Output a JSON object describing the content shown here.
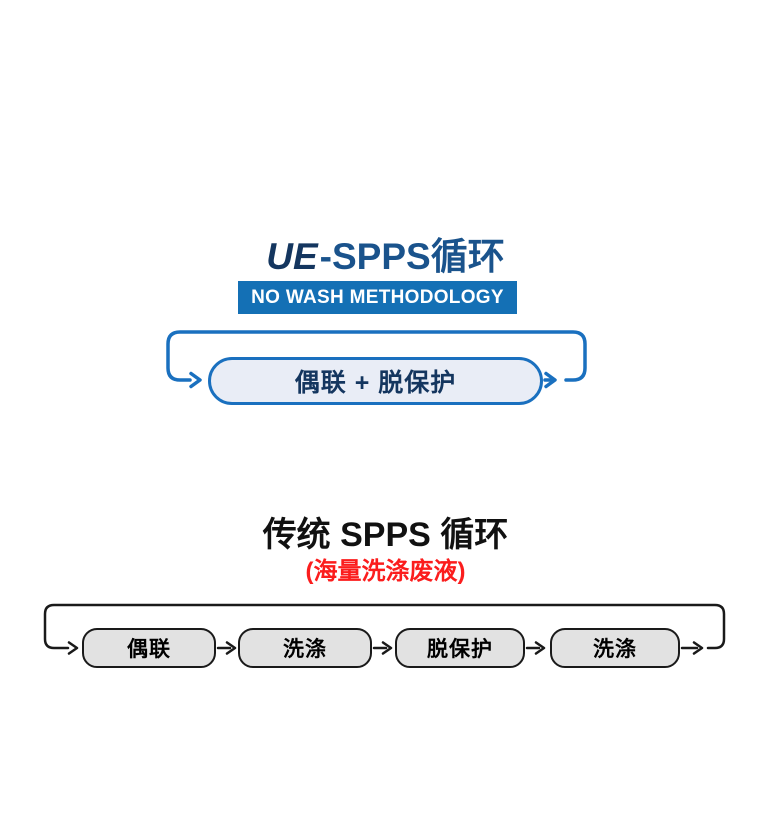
{
  "ue_section": {
    "title_italic": "UE",
    "title_rest": "-SPPS循环",
    "banner": "NO WASH METHODOLOGY",
    "box_label": "偶联 + 脱保护",
    "colors": {
      "title_navy": "#14365f",
      "title_blue": "#1a538c",
      "banner_bg": "#1470b5",
      "banner_text": "#ffffff",
      "loop_stroke": "#1a70bf",
      "box_fill": "#e9edf6",
      "box_text": "#14365f"
    }
  },
  "traditional_section": {
    "title": "传统 SPPS 循环",
    "subtitle": "(海量洗涤废液)",
    "steps": [
      "偶联",
      "洗涤",
      "脱保护",
      "洗涤"
    ],
    "colors": {
      "title": "#111111",
      "subtitle_red": "#fb1d1d",
      "flow_stroke": "#1a1a1a",
      "box_fill": "#e2e2e2",
      "box_text": "#000000"
    }
  }
}
